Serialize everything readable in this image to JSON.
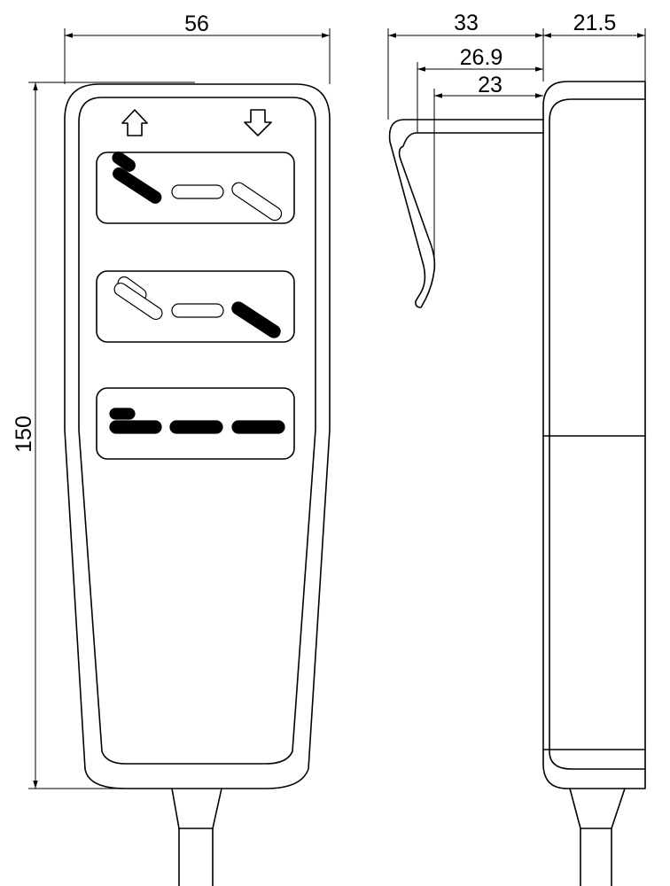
{
  "dimensions": {
    "width": "56",
    "height": "150",
    "clip_depth": "33",
    "clip_inner_outer": "26.9",
    "clip_inner": "23",
    "thickness": "21.5"
  },
  "buttons": {
    "up_icon": "arrow-up-icon",
    "down_icon": "arrow-down-icon"
  }
}
